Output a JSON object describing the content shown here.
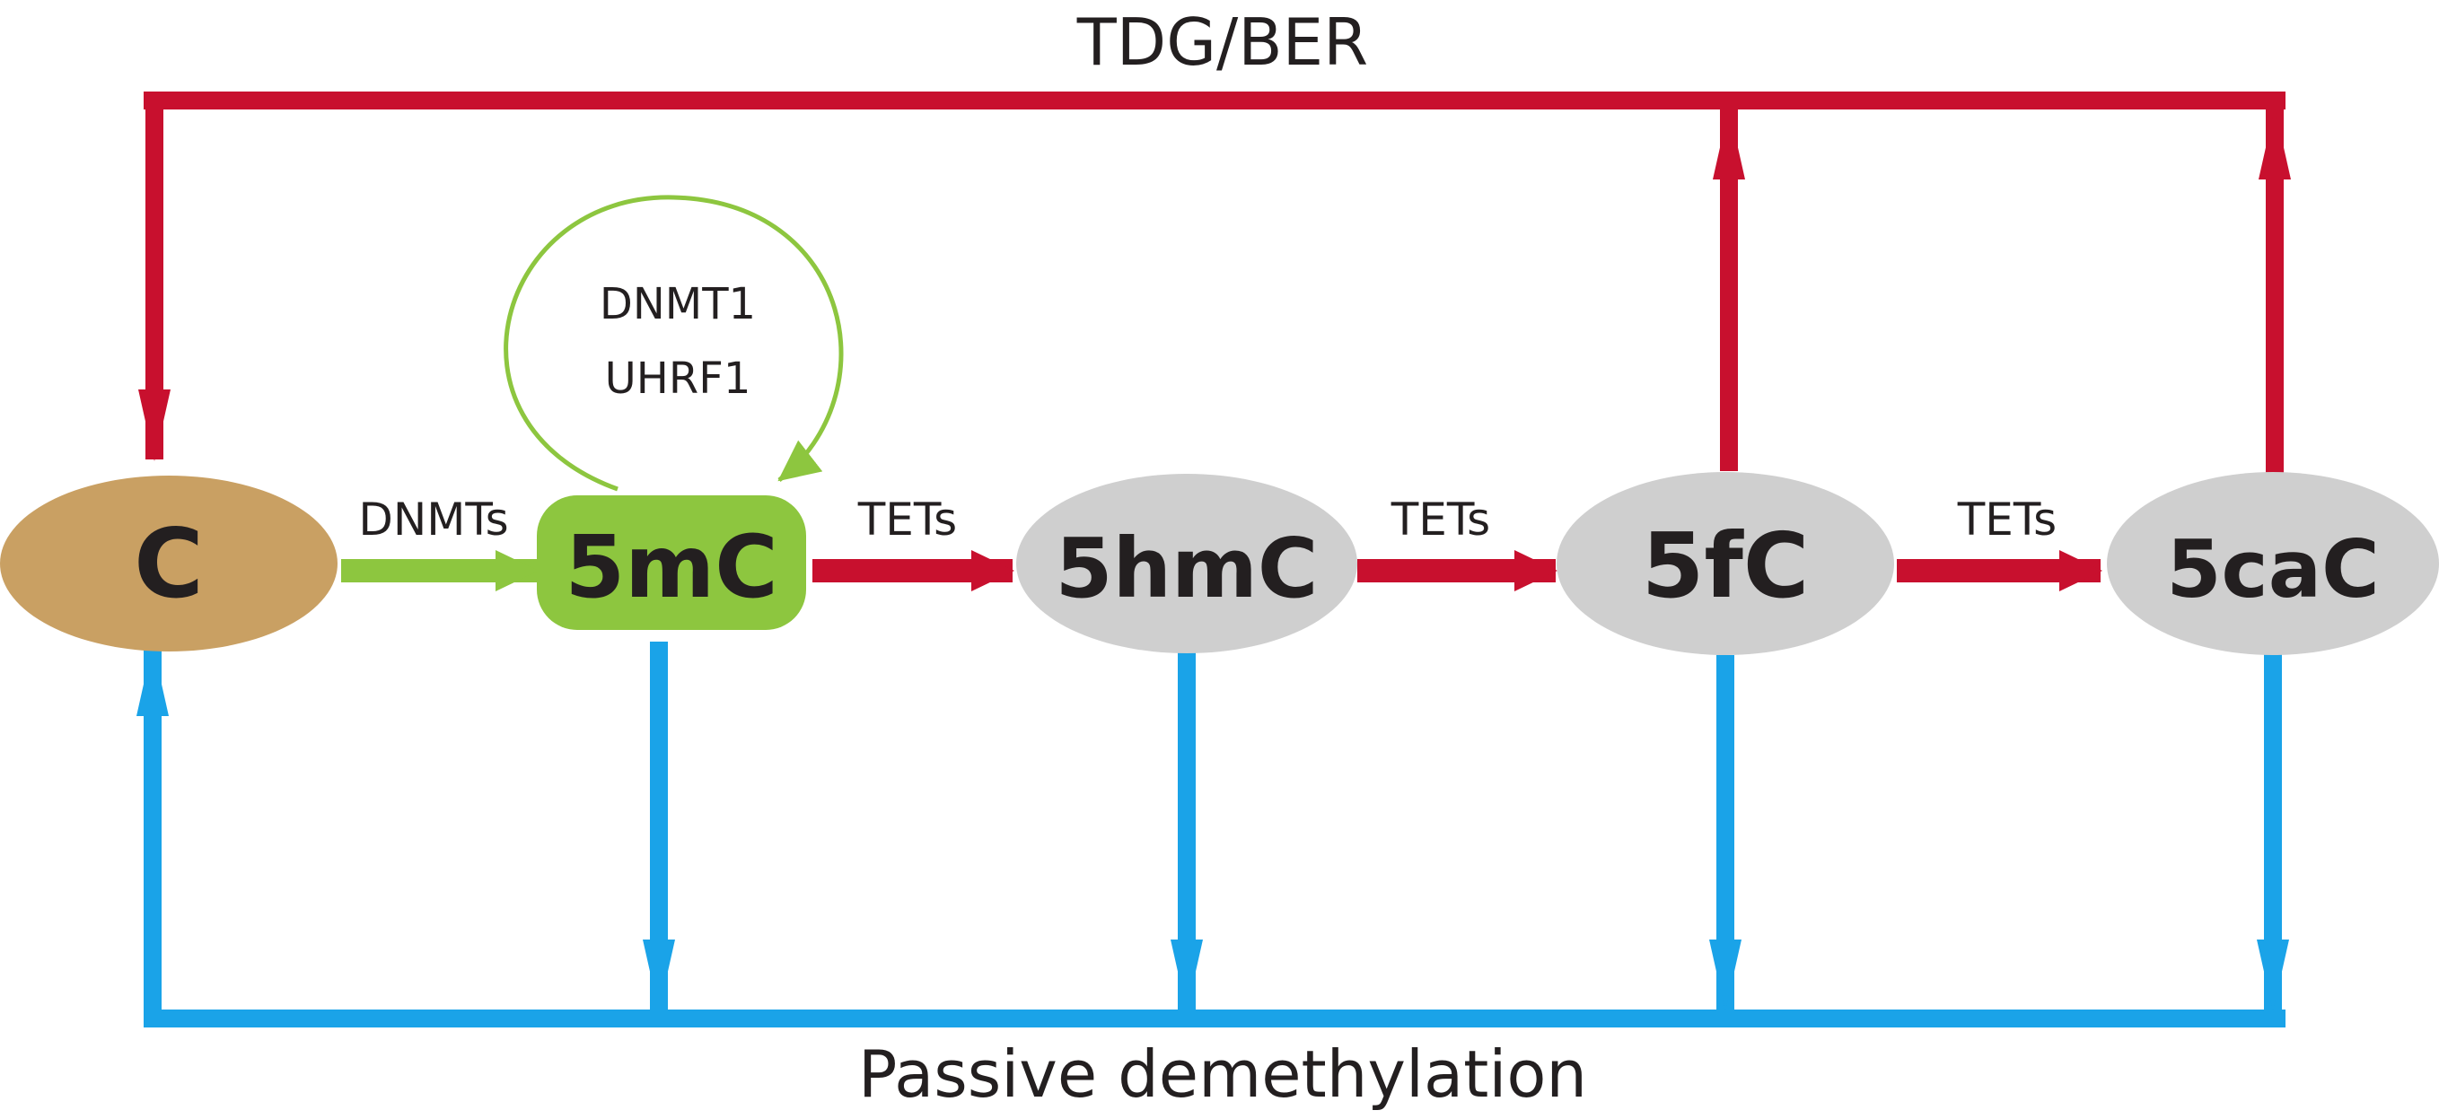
{
  "labels": {
    "top": "TDG/BER",
    "bottom": "Passive demethylation",
    "dnmts": "DNMTs",
    "tets_1": "TETs",
    "tets_2": "TETs",
    "tets_3": "TETs",
    "loop_line1": "DNMT1",
    "loop_line2": "UHRF1"
  },
  "nodes": {
    "c": "C",
    "mc": "5mC",
    "hmc": "5hmC",
    "fc": "5fC",
    "cac": "5caC"
  },
  "colors": {
    "red": "#c8102e",
    "blue": "#1aa3e8",
    "green": "#8dc63f",
    "tan": "#c9a063",
    "grey": "#cfcfcf",
    "text": "#231f20"
  }
}
